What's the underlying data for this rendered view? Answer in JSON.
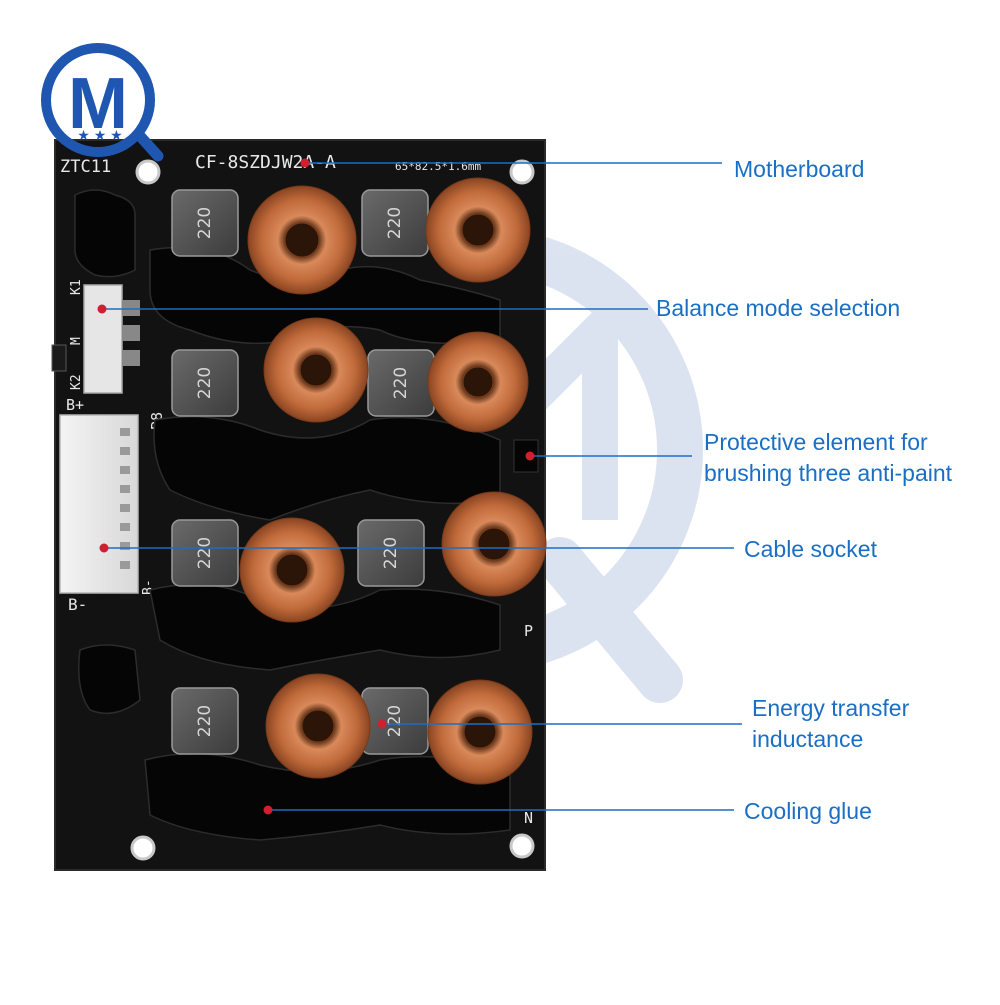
{
  "colors": {
    "accent": "#1a6fc4",
    "leader": "#1a6fc4",
    "dot": "#d01f2e",
    "pcb": "#121212",
    "copper": "#c9744a"
  },
  "brand": {
    "logo_letter": "M",
    "logo_ring_letter": "Q"
  },
  "board": {
    "silkscreen_id": "ZTC11",
    "model": "CF-8SZDJW2A-A",
    "dimensions": "65*82.5*1.6mm",
    "label_k1": "K1",
    "label_m": "M",
    "label_k2": "K2",
    "label_bplus": "B+",
    "label_b8": "B8",
    "label_bminus": "B-",
    "label_b_small": "B-",
    "label_p": "P",
    "label_n": "N",
    "inductor_marking": "220"
  },
  "callouts": [
    {
      "id": "motherboard",
      "lines": [
        "Motherboard"
      ]
    },
    {
      "id": "balance-mode",
      "lines": [
        "Balance mode selection"
      ]
    },
    {
      "id": "protective",
      "lines": [
        "Protective element for",
        "brushing three anti-paint"
      ]
    },
    {
      "id": "cable-socket",
      "lines": [
        "Cable socket"
      ]
    },
    {
      "id": "energy-transfer",
      "lines": [
        "Energy transfer",
        "inductance"
      ]
    },
    {
      "id": "cooling-glue",
      "lines": [
        "Cooling glue"
      ]
    }
  ]
}
